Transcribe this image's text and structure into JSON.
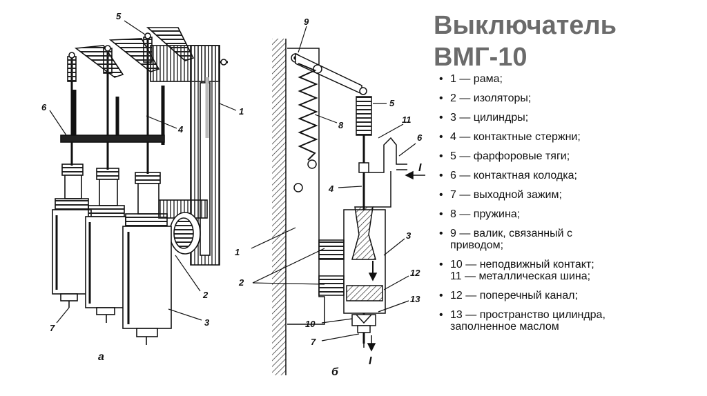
{
  "slide": {
    "title_lines": [
      "Выключатель",
      "ВМГ-10"
    ],
    "legend": [
      {
        "lines": [
          "1 — рама;"
        ]
      },
      {
        "lines": [
          "2 — изоляторы;"
        ]
      },
      {
        "lines": [
          "3 — цилиндры;"
        ]
      },
      {
        "lines": [
          "4 — контактные стержни;"
        ]
      },
      {
        "lines": [
          "5 — фарфоровые тяги;"
        ]
      },
      {
        "lines": [
          "6 — контактная колодка;"
        ]
      },
      {
        "lines": [
          "7 — выходной зажим;"
        ]
      },
      {
        "lines": [
          "8 — пружина;"
        ]
      },
      {
        "lines": [
          "9 — валик, связанный с",
          "приводом;"
        ]
      },
      {
        "lines": [
          "10 — неподвижный контакт;",
          "11 — металлическая шина;"
        ]
      },
      {
        "lines": [
          "12 — поперечный канал;"
        ]
      },
      {
        "lines": [
          "13 — пространство цилиндра,",
          "заполненное маслом"
        ]
      }
    ]
  },
  "figure_a": {
    "caption": "а",
    "callouts": {
      "n1": "1",
      "n2": "2",
      "n3": "3",
      "n4": "4",
      "n5": "5",
      "n6": "6",
      "n7": "7"
    }
  },
  "figure_b": {
    "caption": "б",
    "callouts": {
      "n1": "1",
      "n2": "2",
      "n3": "3",
      "n4": "4",
      "n5": "5",
      "n6": "6",
      "n7": "7",
      "n8": "8",
      "n9": "9",
      "n10": "10",
      "n11": "11",
      "n12": "12",
      "n13": "13"
    },
    "current_in": "I",
    "current_out": "I"
  }
}
